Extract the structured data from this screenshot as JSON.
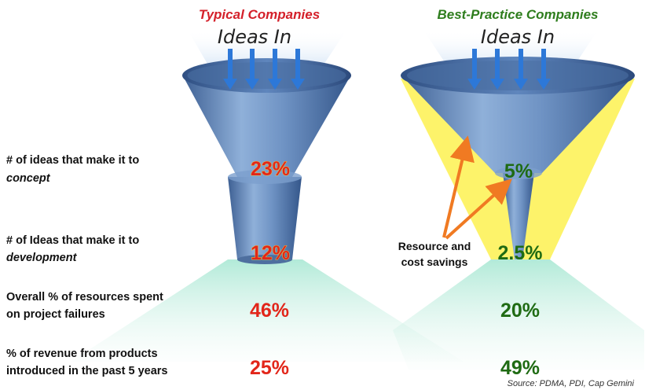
{
  "columns": {
    "typical": {
      "title": "Typical Companies",
      "ideas_in": "Ideas In"
    },
    "best": {
      "title": "Best-Practice Companies",
      "ideas_in": "Ideas In"
    }
  },
  "rows": [
    {
      "label_line1": "# of ideas that make it to",
      "label_line2": "concept",
      "typical": "23%",
      "best": "5%"
    },
    {
      "label_line1": "# of Ideas that make it to",
      "label_line2": "development",
      "typical": "12%",
      "best": "2.5%"
    },
    {
      "label_line1": "Overall % of resources spent",
      "label_line2": "on project failures",
      "typical": "46%",
      "best": "20%"
    },
    {
      "label_line1": "% of revenue from products",
      "label_line2": "introduced in the past 5 years",
      "typical": "25%",
      "best": "49%"
    }
  ],
  "annotation": {
    "line1": "Resource and",
    "line2": "cost savings"
  },
  "source": "Source: PDMA, PDI, Cap Gemini",
  "colors": {
    "typical_title": "#d4202a",
    "best_title": "#2e7d1d",
    "funnel": "#5a7fb0",
    "savings": "#fdf36a",
    "arrow": "#f07a22",
    "glow": "#bfeedd"
  },
  "icons": [
    "down-arrow-icon",
    "orange-arrow-icon",
    "funnel-icon"
  ]
}
